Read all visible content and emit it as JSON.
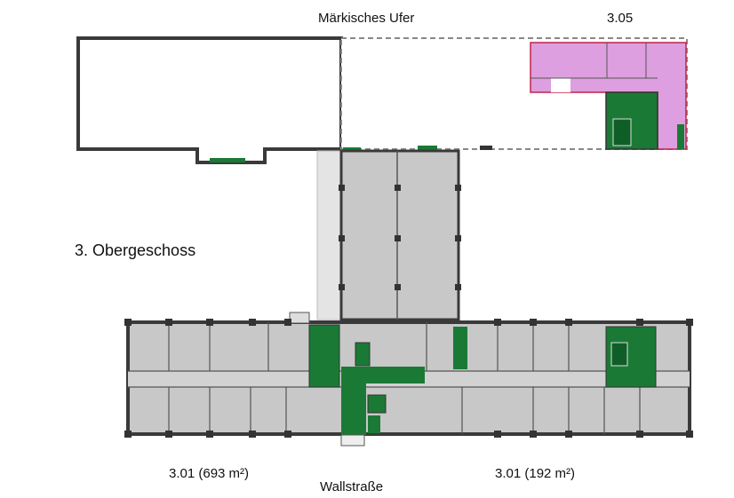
{
  "labels": {
    "street_top": "Märkisches Ufer",
    "unit_top": "3.05",
    "floor": "3. Obergeschoss",
    "unit_left": "3.01 (693 m²)",
    "unit_right": "3.01 (192 m²)",
    "street_bottom": "Wallstraße"
  },
  "colors": {
    "wall": "#3a3a3a",
    "rented_grey": "#c8c8c8",
    "stair_core": "#1a7a35",
    "unit_305": "#dd9fdf",
    "light_strip": "#e4e4e4"
  }
}
